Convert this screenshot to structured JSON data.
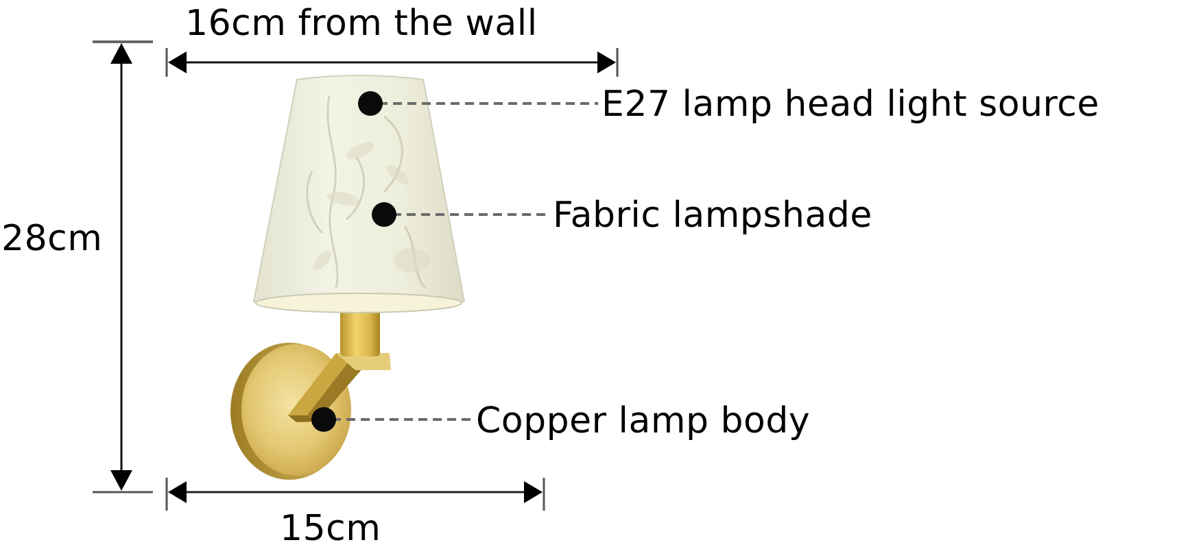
{
  "diagram": {
    "type": "product-dimension-diagram",
    "subject": "wall lamp",
    "dimensions": {
      "projection": {
        "label": "16cm from the wall",
        "value_cm": 16,
        "orientation": "horizontal"
      },
      "height": {
        "label": "28cm",
        "value_cm": 28,
        "orientation": "vertical"
      },
      "width": {
        "label": "15cm",
        "value_cm": 15,
        "orientation": "horizontal"
      }
    },
    "callouts": [
      {
        "id": "light-source",
        "label": "E27 lamp head light source"
      },
      {
        "id": "lampshade",
        "label": "Fabric lampshade"
      },
      {
        "id": "lamp-body",
        "label": "Copper lamp body"
      }
    ],
    "colors": {
      "background": "#ffffff",
      "text": "#000000",
      "dimension_line": "#111111",
      "leader_line": "#6b6b6b",
      "marker_dot": "#0a0a0a",
      "shade_fabric": "#eeeedd",
      "brass": "#d8b85a"
    }
  }
}
